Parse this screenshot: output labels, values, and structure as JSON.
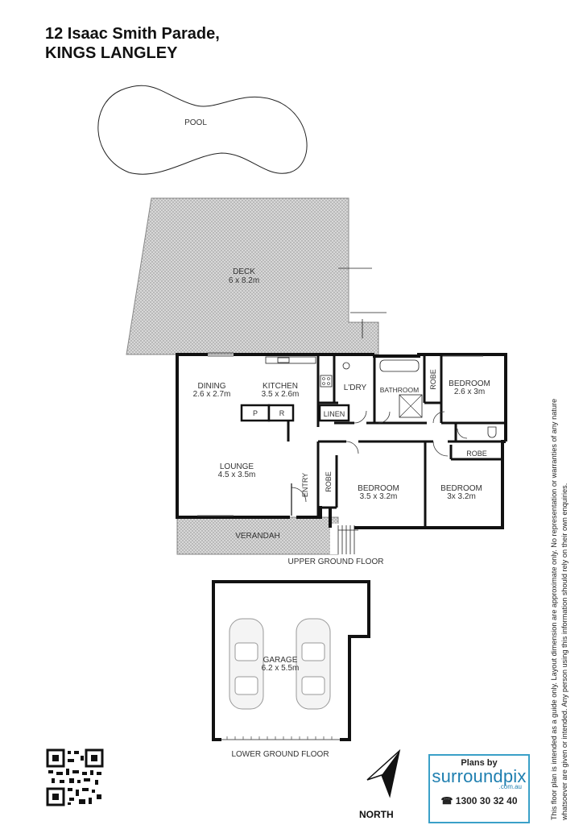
{
  "title": {
    "line1": "12 Isaac Smith Parade,",
    "line2": "KINGS LANGLEY"
  },
  "rooms": {
    "pool": {
      "name": "POOL"
    },
    "deck": {
      "name": "DECK",
      "size": "6 x 8.2m"
    },
    "dining": {
      "name": "DINING",
      "size": "2.6 x 2.7m"
    },
    "kitchen": {
      "name": "KITCHEN",
      "size": "3.5 x 2.6m"
    },
    "laundry": {
      "name": "L'DRY"
    },
    "bathroom": {
      "name": "BATHROOM"
    },
    "robe1": {
      "name": "ROBE"
    },
    "bedroom1": {
      "name": "BEDROOM",
      "size": "2.6 x 3m"
    },
    "pantry_p": {
      "name": "P"
    },
    "pantry_r": {
      "name": "R"
    },
    "linen": {
      "name": "LINEN"
    },
    "lounge": {
      "name": "LOUNGE",
      "size": "4.5 x 3.5m"
    },
    "entry": {
      "name": "ENTRY"
    },
    "robe2": {
      "name": "ROBE"
    },
    "bedroom2": {
      "name": "BEDROOM",
      "size": "3.5 x 3.2m"
    },
    "robe3": {
      "name": "ROBE"
    },
    "bedroom3": {
      "name": "BEDROOM",
      "size": "3x 3.2m"
    },
    "verandah": {
      "name": "VERANDAH"
    },
    "garage": {
      "name": "GARAGE",
      "size": "6.2 x 5.5m"
    }
  },
  "floors": {
    "upper": "UPPER GROUND FLOOR",
    "lower": "LOWER GROUND FLOOR"
  },
  "compass_label": "NORTH",
  "disclaimer": {
    "line1": "This floor plan is intended as a guide only. Layout dimension are approximate only. No representation or warranties of any nature",
    "line2": "whatsoever are given or intended. Any person using this information should rely on their own enquiries."
  },
  "brand": {
    "top": "Plans by",
    "name": "surroundpix",
    "domain": ".com.au",
    "phone": "1300 30 32 40"
  },
  "colors": {
    "wall": "#111111",
    "hatch": "#9a9a9a",
    "brand": "#1f7fb0",
    "brand_border": "#3aa0c8"
  },
  "icons": [
    "qr-code-icon",
    "north-arrow-icon",
    "phone-icon",
    "car-icon"
  ]
}
